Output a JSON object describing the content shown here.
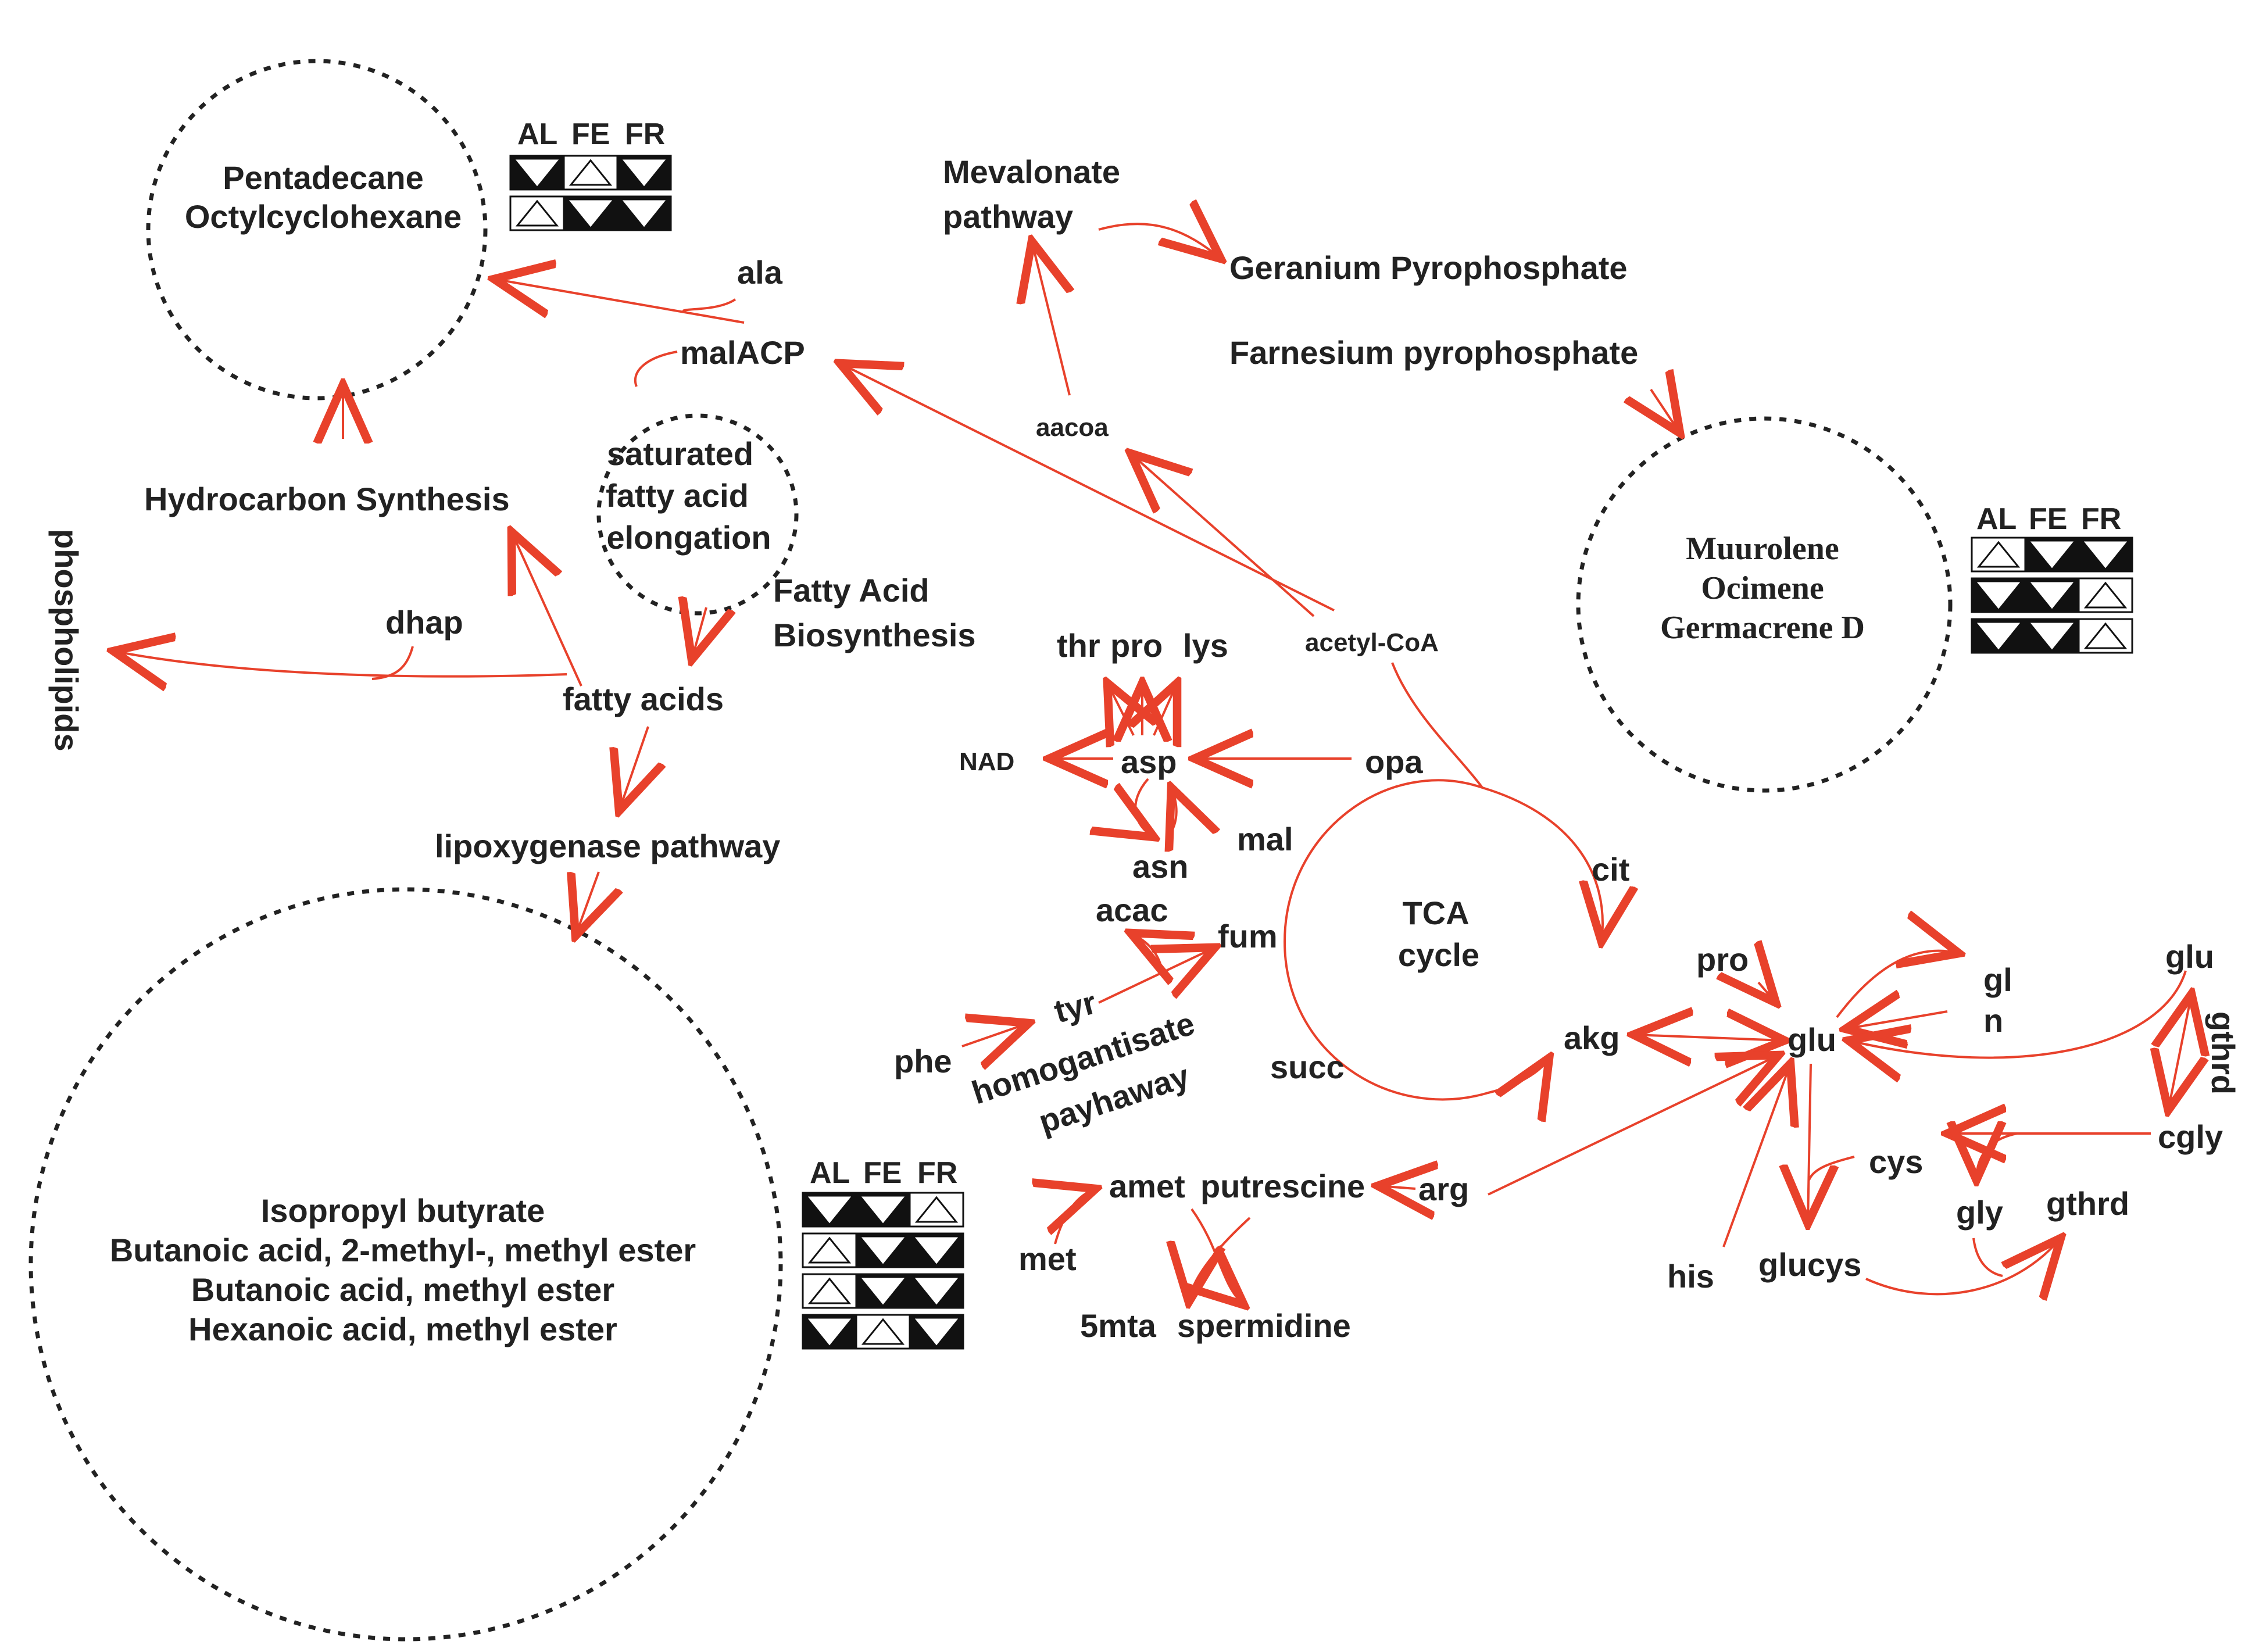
{
  "colors": {
    "arrow": "#e8412b",
    "text": "#222222",
    "filled": "#111111",
    "empty": "#ffffff",
    "background": "#ffffff"
  },
  "labels": {
    "pentadecane": "Pentadecane",
    "octylcyclohexane": "Octylcyclohexane",
    "ala": "ala",
    "malacp": "malACP",
    "sat1": "saturated",
    "sat2": "fatty acid",
    "sat3": "elongation",
    "hydrocarbon": "Hydrocarbon Synthesis",
    "phospholipids": "phospholipids",
    "dhap": "dhap",
    "fatty_acids": "fatty acids",
    "fab1": "Fatty Acid",
    "fab2": "Biosynthesis",
    "lipox": "lipoxygenase pathway",
    "mev1": "Mevalonate",
    "mev2": "pathway",
    "geranium": "Geranium Pyrophosphate",
    "farnesium": "Farnesium pyrophosphate",
    "aacoa": "aacoa",
    "acetylcoa": "acetyl-CoA",
    "muurolene": "Muurolene",
    "ocimene": "Ocimene",
    "germacrene": "Germacrene D",
    "thr": "thr",
    "pro_top": "pro",
    "lys": "lys",
    "nad": "NAD",
    "asp": "asp",
    "opa": "opa",
    "asn": "asn",
    "mal": "mal",
    "acac": "acac",
    "fum": "fum",
    "tca1": "TCA",
    "tca2": "cycle",
    "cit": "cit",
    "phe": "phe",
    "tyr": "tyr",
    "homog1": "homogantisate",
    "homog2": "payhaway",
    "succ": "succ",
    "akg": "akg",
    "pro_right": "pro",
    "glu_center": "glu",
    "gl": "gl",
    "n": "n",
    "glu_right": "glu",
    "gthrd_vert": "gthrd",
    "cgly": "cgly",
    "cys": "cys",
    "gly": "gly",
    "gthrd": "gthrd",
    "his": "his",
    "glucys": "glucys",
    "amet": "amet",
    "putrescine": "putrescine",
    "arg": "arg",
    "met": "met",
    "mta": "5mta",
    "spermidine": "spermidine",
    "iso1": "Isopropyl butyrate",
    "iso2": "Butanoic acid, 2-methyl-, methyl ester",
    "iso3": "Butanoic acid, methyl ester",
    "iso4": "Hexanoic acid, methyl ester"
  },
  "legend": {
    "headers": [
      "AL",
      "FE",
      "FR"
    ],
    "pentadecane_rows": [
      [
        "filled-down",
        "empty-up",
        "filled-down"
      ],
      [
        "empty-up",
        "filled-down",
        "filled-down"
      ]
    ],
    "terpene_rows": [
      [
        "empty-up",
        "filled-down",
        "filled-down"
      ],
      [
        "filled-down",
        "filled-down",
        "empty-up"
      ],
      [
        "filled-down",
        "filled-down",
        "empty-up"
      ]
    ],
    "ester_rows": [
      [
        "filled-down",
        "filled-down",
        "empty-up"
      ],
      [
        "empty-up",
        "filled-down",
        "filled-down"
      ],
      [
        "empty-up",
        "filled-down",
        "filled-down"
      ],
      [
        "filled-down",
        "empty-up",
        "filled-down"
      ]
    ]
  }
}
